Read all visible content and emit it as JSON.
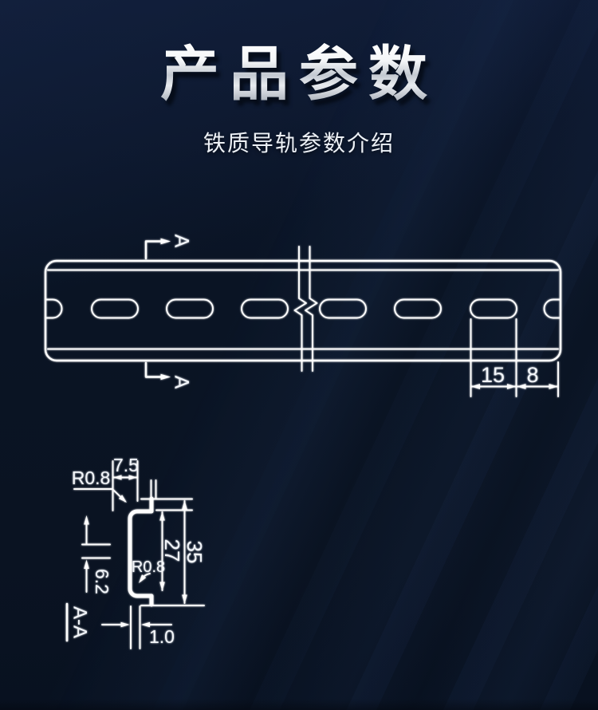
{
  "header": {
    "title": "产品参数",
    "subtitle": "铁质导轨参数介绍"
  },
  "top_view": {
    "section_arrow_label_top": "A",
    "section_arrow_label_bottom": "A",
    "dim_slot_length": "15",
    "dim_slot_to_end": "8"
  },
  "section_view": {
    "dim_top_width": "7.5",
    "dim_top_radius": "R0.8",
    "dim_inner_width": "27",
    "dim_overall_width": "35",
    "dim_lip": "6.2",
    "dim_bottom_radius": "R0.8",
    "dim_thickness": "1.0",
    "section_label": "A-A"
  },
  "colors": {
    "background": "#0a1424",
    "line": "#ffffff",
    "dim_text": "#f2f5f9",
    "title_metal_light": "#ffffff",
    "title_metal_dark": "#9aa2ad"
  }
}
